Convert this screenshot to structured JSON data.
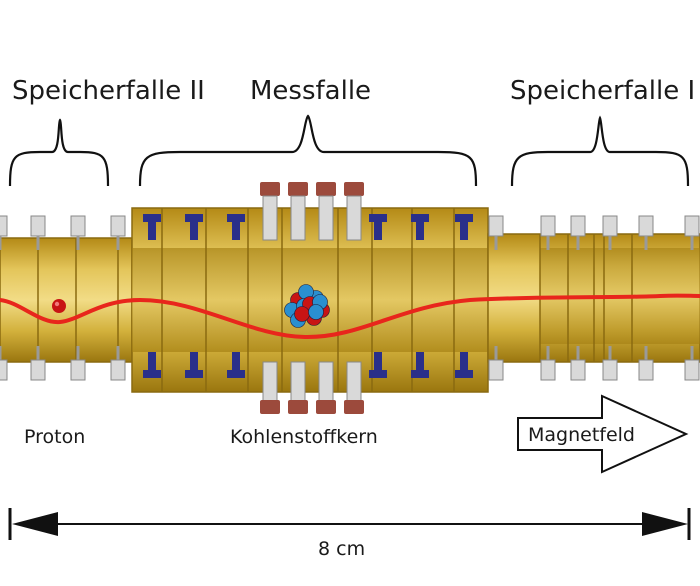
{
  "labels": {
    "trap_left": "Speicherfalle II",
    "trap_center": "Messfalle",
    "trap_right": "Speicherfalle I",
    "proton": "Proton",
    "nucleus": "Kohlenstoffkern",
    "field": "Magnetfeld",
    "length": "8 cm"
  },
  "colors": {
    "gold": "#c9a227",
    "gold_dark": "#8a6a10",
    "gold_light": "#e7cc61",
    "ring_navy": "#2a2f8a",
    "electrode_grey": "#d9d9d9",
    "coil_brown": "#9c4a3c",
    "trajectory_red": "#e8261c",
    "proton_red": "#c81414",
    "nucleus_blue": "#2a8fd0",
    "ink": "#111111"
  }
}
